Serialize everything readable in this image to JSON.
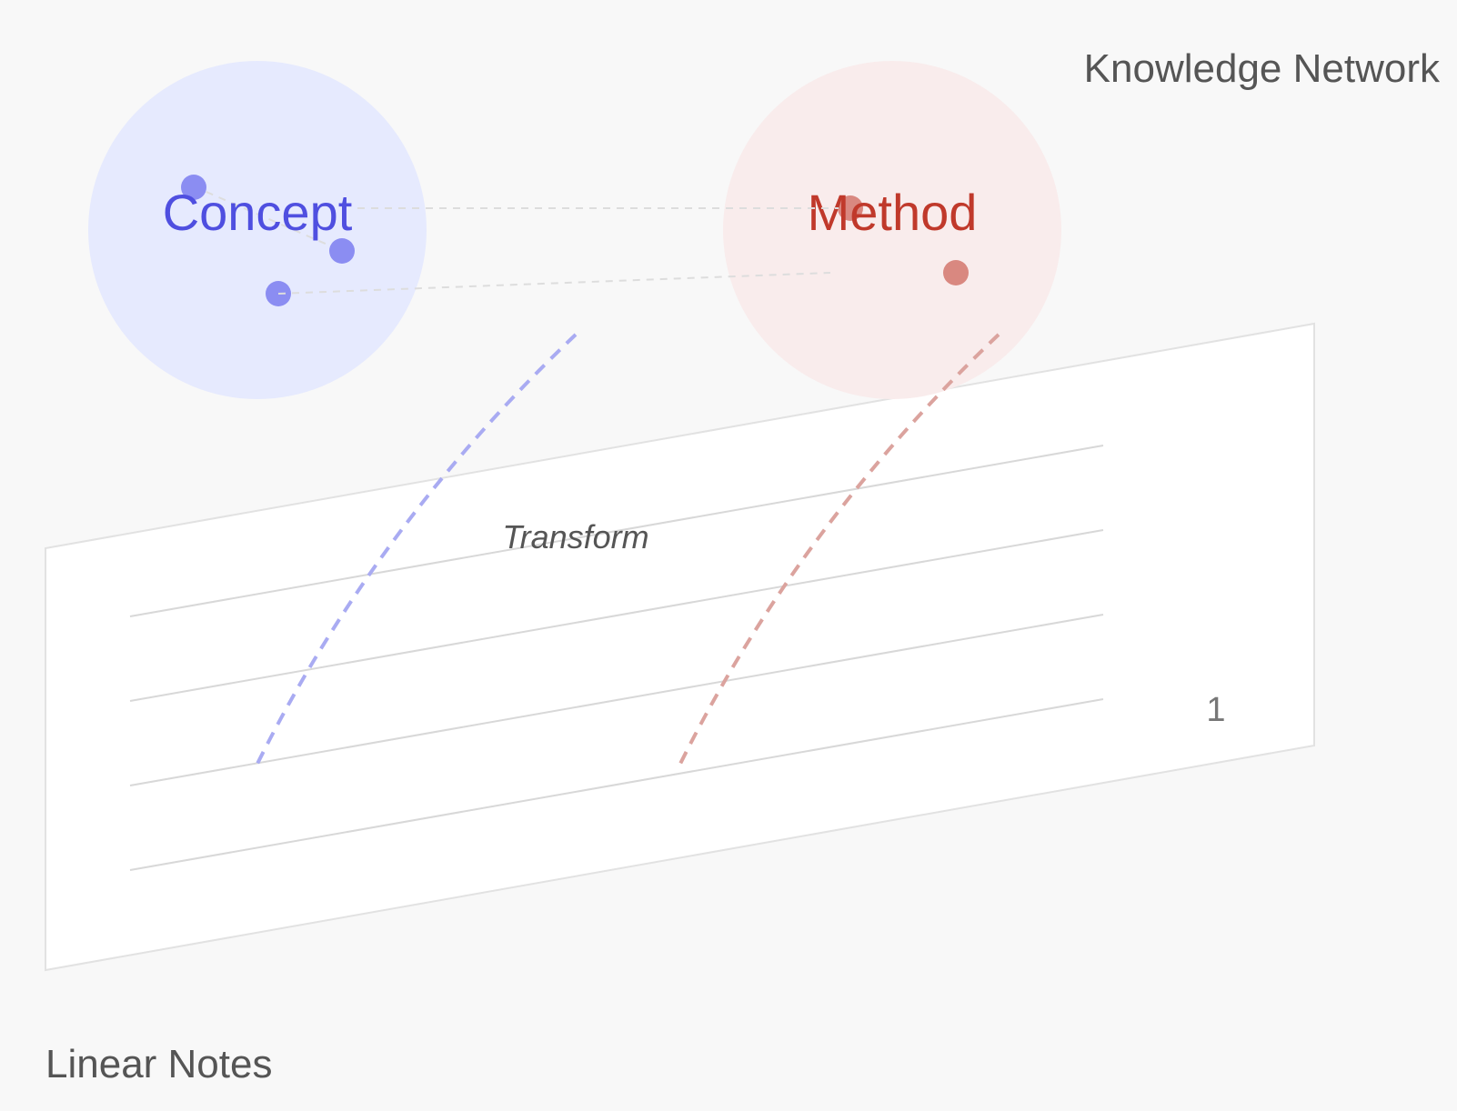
{
  "network_title": "Knowledge Network",
  "notes_title": "Linear Notes",
  "transform_label": "Transform",
  "page_number": "1",
  "concept": {
    "label": "Concept",
    "color": "#4f4fe0",
    "fill": "#e6eafe",
    "node_color": "#8b8df2",
    "arrow_color": "#a9abf2"
  },
  "method": {
    "label": "Method",
    "color": "#c0392b",
    "fill": "#f9ecec",
    "node_color": "#d98880",
    "arrow_color": "#dba39e"
  },
  "colors": {
    "background": "#f8f8f8",
    "text": "#555555",
    "page_fill": "#ffffff",
    "page_border": "#e2e2e2",
    "rule_line": "#d8d8d8",
    "link_line": "#dddddd"
  }
}
